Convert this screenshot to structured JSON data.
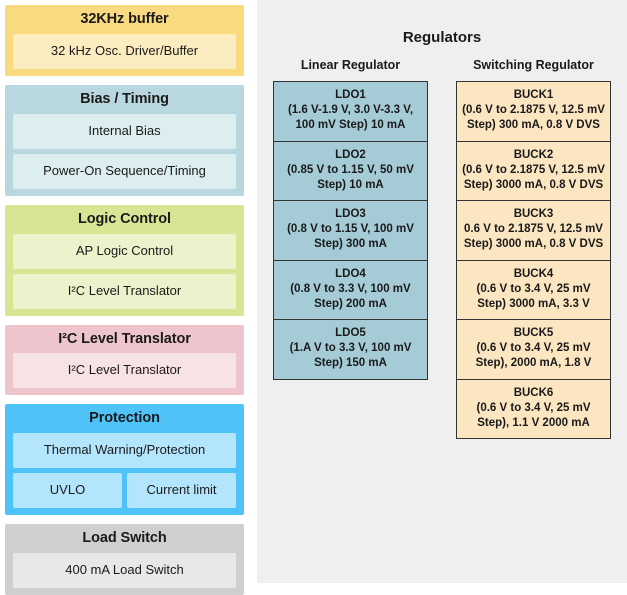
{
  "left_column": {
    "groups": [
      {
        "name": "osc-buffer",
        "title": "32KHz buffer",
        "items": [
          {
            "label": "32 kHz Osc. Driver/Buffer"
          }
        ]
      },
      {
        "name": "bias-timing",
        "title": "Bias / Timing",
        "items": [
          {
            "label": "Internal Bias"
          },
          {
            "label": "Power-On Sequence/Timing"
          }
        ]
      },
      {
        "name": "logic-control",
        "title": "Logic Control",
        "items": [
          {
            "label": "AP Logic Control"
          },
          {
            "label": "I²C Level Translator"
          }
        ]
      },
      {
        "name": "i2c-level-translator",
        "title": "I²C Level Translator",
        "items": [
          {
            "label": "I²C Level Translator"
          }
        ]
      },
      {
        "name": "protection",
        "title": "Protection",
        "items": [
          {
            "label": "Thermal Warning/Protection"
          }
        ],
        "row_items": [
          {
            "label": "UVLO"
          },
          {
            "label": "Current limit"
          }
        ]
      },
      {
        "name": "load-switch",
        "title": "Load Switch",
        "items": [
          {
            "label": "400 mA Load Switch"
          }
        ]
      }
    ]
  },
  "right_panel": {
    "title": "Regulators",
    "columns": [
      {
        "name": "linear-regulator",
        "heading": "Linear Regulator",
        "cells": [
          {
            "name": "LDO1",
            "desc": "(1.6 V-1.9 V, 3.0 V-3.3 V, 100 mV Step) 10 mA"
          },
          {
            "name": "LDO2",
            "desc": "(0.85 V to 1.15 V, 50 mV Step) 10 mA"
          },
          {
            "name": "LDO3",
            "desc": "(0.8 V to 1.15 V, 100 mV Step) 300 mA"
          },
          {
            "name": "LDO4",
            "desc": "(0.8 V to 3.3 V, 100 mV Step) 200 mA"
          },
          {
            "name": "LDO5",
            "desc": "(1.A V to 3.3 V, 100 mV Step) 150 mA"
          }
        ]
      },
      {
        "name": "switching-regulator",
        "heading": "Switching Regulator",
        "cells": [
          {
            "name": "BUCK1",
            "desc": "(0.6 V to 2.1875 V, 12.5 mV Step) 300 mA, 0.8 V DVS"
          },
          {
            "name": "BUCK2",
            "desc": "(0.6 V to 2.1875 V, 12.5 mV Step) 3000 mA, 0.8 V DVS"
          },
          {
            "name": "BUCK3",
            "desc": "0.6 V to 2.1875 V, 12.5 mV Step) 3000 mA, 0.8 V DVS"
          },
          {
            "name": "BUCK4",
            "desc": "(0.6 V to 3.4 V, 25 mV Step) 3000 mA, 3.3 V"
          },
          {
            "name": "BUCK5",
            "desc": "(0.6 V to 3.4 V, 25 mV Step), 2000 mA, 1.8 V"
          },
          {
            "name": "BUCK6",
            "desc": "(0.6 V to 3.4 V, 25 mV Step), 1.1 V 2000 mA"
          }
        ]
      }
    ]
  },
  "colors": {
    "osc_header": "#fada80",
    "osc_item": "#fcedc0",
    "bias_header": "#b9d7de",
    "bias_item": "#ddeef1",
    "logic_header": "#d9e495",
    "logic_item": "#ecf2cb",
    "i2c_header": "#eec4cd",
    "i2c_item": "#f7e2e6",
    "protection_header": "#4fc3f7",
    "protection_item": "#b3e5fc",
    "load_header": "#cfcfcf",
    "load_item": "#e8e8e8",
    "panel_bg": "#efefef",
    "ldo_fill": "#a5cbd6",
    "buck_fill": "#fce6c2",
    "cell_border": "#333333"
  }
}
